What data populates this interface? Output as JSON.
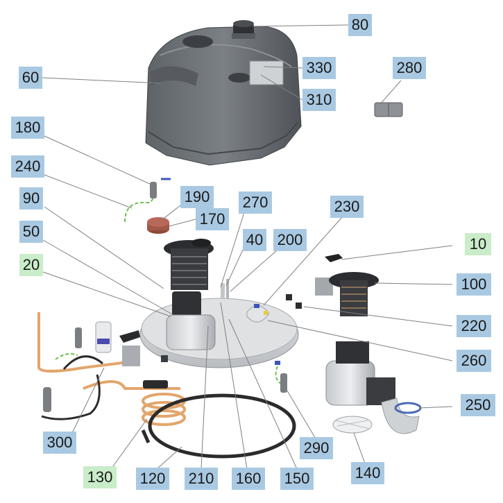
{
  "diagram": {
    "callouts": [
      {
        "id": "c80",
        "label": "80",
        "color": "#a9c9e2"
      },
      {
        "id": "c60",
        "label": "60",
        "color": "#a9c9e2"
      },
      {
        "id": "c330",
        "label": "330",
        "color": "#a9c9e2"
      },
      {
        "id": "c280",
        "label": "280",
        "color": "#a9c9e2"
      },
      {
        "id": "c310",
        "label": "310",
        "color": "#a9c9e2"
      },
      {
        "id": "c180",
        "label": "180",
        "color": "#a9c9e2"
      },
      {
        "id": "c240",
        "label": "240",
        "color": "#a9c9e2"
      },
      {
        "id": "c190",
        "label": "190",
        "color": "#a9c9e2"
      },
      {
        "id": "c90",
        "label": "90",
        "color": "#a9c9e2"
      },
      {
        "id": "c270",
        "label": "270",
        "color": "#a9c9e2"
      },
      {
        "id": "c230",
        "label": "230",
        "color": "#a9c9e2"
      },
      {
        "id": "c170",
        "label": "170",
        "color": "#a9c9e2"
      },
      {
        "id": "c50",
        "label": "50",
        "color": "#a9c9e2"
      },
      {
        "id": "c40",
        "label": "40",
        "color": "#a9c9e2"
      },
      {
        "id": "c200",
        "label": "200",
        "color": "#a9c9e2"
      },
      {
        "id": "c10",
        "label": "10",
        "color": "#c9ecc9"
      },
      {
        "id": "c20",
        "label": "20",
        "color": "#c9ecc9"
      },
      {
        "id": "c100",
        "label": "100",
        "color": "#a9c9e2"
      },
      {
        "id": "c220",
        "label": "220",
        "color": "#a9c9e2"
      },
      {
        "id": "c260",
        "label": "260",
        "color": "#a9c9e2"
      },
      {
        "id": "c250",
        "label": "250",
        "color": "#a9c9e2"
      },
      {
        "id": "c300",
        "label": "300",
        "color": "#a9c9e2"
      },
      {
        "id": "c290",
        "label": "290",
        "color": "#a9c9e2"
      },
      {
        "id": "c140",
        "label": "140",
        "color": "#a9c9e2"
      },
      {
        "id": "c130",
        "label": "130",
        "color": "#c9ecc9"
      },
      {
        "id": "c120",
        "label": "120",
        "color": "#a9c9e2"
      },
      {
        "id": "c210",
        "label": "210",
        "color": "#a9c9e2"
      },
      {
        "id": "c160",
        "label": "160",
        "color": "#a9c9e2"
      },
      {
        "id": "c150",
        "label": "150",
        "color": "#a9c9e2"
      }
    ],
    "colors": {
      "callout_blue": "#a9c9e2",
      "callout_green": "#c9ecc9",
      "leader_line": "#7f7f7f",
      "housing_gray": "#6f7378",
      "plate_gray": "#d4d6d8",
      "hose_copper": "#e3a56b",
      "gasket_black": "#2b2b2b"
    }
  }
}
